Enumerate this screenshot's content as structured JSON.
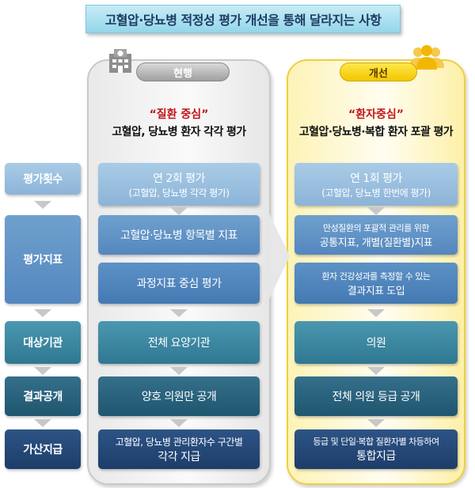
{
  "title": "고혈압·당뇨병 적정성 평가 개선을 통해 달라지는 사항",
  "categories": [
    "평가횟수",
    "평가지표",
    "대상기관",
    "결과공개",
    "가산지급"
  ],
  "current": {
    "tab": "현행",
    "heading_red": "“질환 중심”",
    "heading": "고혈압, 당뇨병 환자 각각 평가",
    "frequency": {
      "line1": "연 2회 평가",
      "line2": "(고혈압, 당뇨병 각각 평가)"
    },
    "indicator1": "고혈압·당뇨병 항목별 지표",
    "indicator2": "과정지표 중심 평가",
    "target": "전체 요양기관",
    "disclosure": "양호 의원만 공개",
    "bonus": {
      "line1": "고혈압, 당뇨병 관리환자수 구간별",
      "line2": "각각 지급"
    }
  },
  "improved": {
    "tab": "개선",
    "heading_red": "“환자중심”",
    "heading": "고혈압·당뇨병·복합 환자 포괄 평가",
    "frequency": {
      "line1": "연 1회 평가",
      "line2": "(고혈압, 당뇨병 한번에 평가)"
    },
    "indicator1": {
      "line1": "만성질환의 포괄적 관리를 위한",
      "line2": "공통지표, 개별(질환별)지표"
    },
    "indicator2": {
      "line1": "환자 건강성과를 측정할 수 있는",
      "line2": "결과지표 도입"
    },
    "target": "의원",
    "disclosure": "전체 의원 등급 공개",
    "bonus": {
      "line1": "등급 및 단일·복합 질환자별 차등하여",
      "line2": "통합지급"
    }
  },
  "icons": {
    "current": "hospital-icon",
    "improved": "people-icon",
    "middle": "right-arrow-icon"
  },
  "colors": {
    "improved_accent": "#f2c600",
    "heading_red": "#c0151b",
    "title_bg": "#a7dfee"
  }
}
